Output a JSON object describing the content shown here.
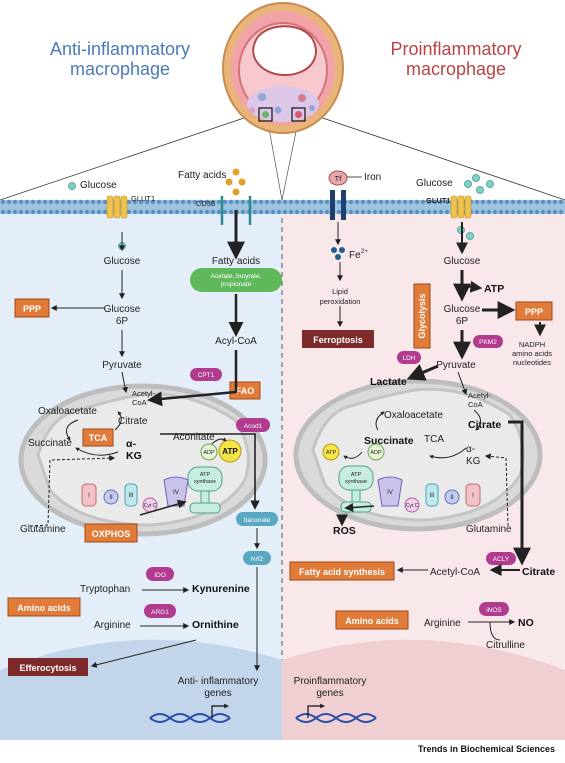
{
  "titles": {
    "left": "Anti-inflammatory\nmacrophage",
    "right": "Proinflammatory\nmacrophage"
  },
  "footer": "Trends in Biochemical Sciences",
  "colors": {
    "left_bg": "#e4eef8",
    "right_bg": "#f9e8ea",
    "left_title": "#4a7ab8",
    "right_title": "#b84545",
    "orange_box": "#e07b3a",
    "maroon_box": "#7e2a2a",
    "purple_pill": "#b03b8f",
    "green_pill": "#5fb85a",
    "teal_pill": "#5aa7c2",
    "atp_yellow": "#f4e44a"
  },
  "left": {
    "glucose": "Glucose",
    "glut1": "GLUT1",
    "fatty_acids": "Fatty acids",
    "cd36": "CD36",
    "glucose_in": "Glucose",
    "fatty_acids_in": "Fatty acids",
    "scfa": "Acetate, butyrate,\npropionate",
    "ppp": "PPP",
    "glucose6p": "Glucose\n6P",
    "acyl_coa": "Acyl-CoA",
    "pyruvate": "Pyruvate",
    "cpt1": "CPT1",
    "fao": "FAO",
    "acetyl_coa": "Acetyl-\nCoA",
    "oxaloacetate": "Oxaloacetate",
    "citrate": "Citrate",
    "aconitate": "Aconitate",
    "acod1": "Acod1",
    "succinate": "Succinate",
    "tca": "TCA",
    "akg": "α-\nKG",
    "adp": "ADP",
    "atp": "ATP",
    "atp_synthase": "ATP\nsynthase",
    "complexes": [
      "I",
      "II",
      "III",
      "Cyt C",
      "IV"
    ],
    "glutamine": "Glutamine",
    "oxphos": "OXPHOS",
    "itaconate": "Itaconate",
    "nrf2": "Nrf2",
    "ido": "IDO",
    "tryptophan": "Tryptophan",
    "kynurenine": "Kynurenine",
    "amino_acids": "Amino acids",
    "arg1": "ARG1",
    "arginine": "Arginine",
    "ornithine": "Ornithine",
    "efferocytosis": "Efferocytosis",
    "genes": "Anti- inflammatory\ngenes"
  },
  "right": {
    "tf": "Tf",
    "iron": "Iron",
    "fe": "Fe",
    "fe_sup": "2+",
    "lipid_perox": "Lipid\nperoxidation",
    "ferroptosis": "Ferroptosis",
    "glucose": "Glucose",
    "glut1": "GLUT1",
    "glucose_in": "Glucose",
    "atp1": "ATP",
    "glycolysis": "Glycolysis",
    "glucose6p": "Glucose\n6P",
    "ppp": "PPP",
    "ppp_products": "NADPH\namino acids\nnucleotides",
    "pkm2": "PKM2",
    "ldh": "LDH",
    "pyruvate": "Pyruvate",
    "lactate": "Lactate",
    "acetyl_coa": "Acetyl-\nCoA",
    "oxaloacetate": "Oxaloacetate",
    "citrate": "Citrate",
    "succinate": "Succinate",
    "tca": "TCA",
    "akg": "α-\nKG",
    "atp": "ATP",
    "adp": "ADP",
    "atp_synthase": "ATP\nsynthase",
    "complexes": [
      "IV",
      "Cyt C",
      "III",
      "II",
      "I"
    ],
    "ros": "ROS",
    "glutamine": "Glutamine",
    "acly": "ACLY",
    "fas": "Fatty acid synthesis",
    "acetyl_coa2": "Acetyl-CoA",
    "citrate2": "Citrate",
    "amino_acids": "Amino acids",
    "inos": "iNOS",
    "arginine": "Arginine",
    "no": "NO",
    "citrulline": "Citrulline",
    "genes": "Proinflammatory\ngenes"
  }
}
